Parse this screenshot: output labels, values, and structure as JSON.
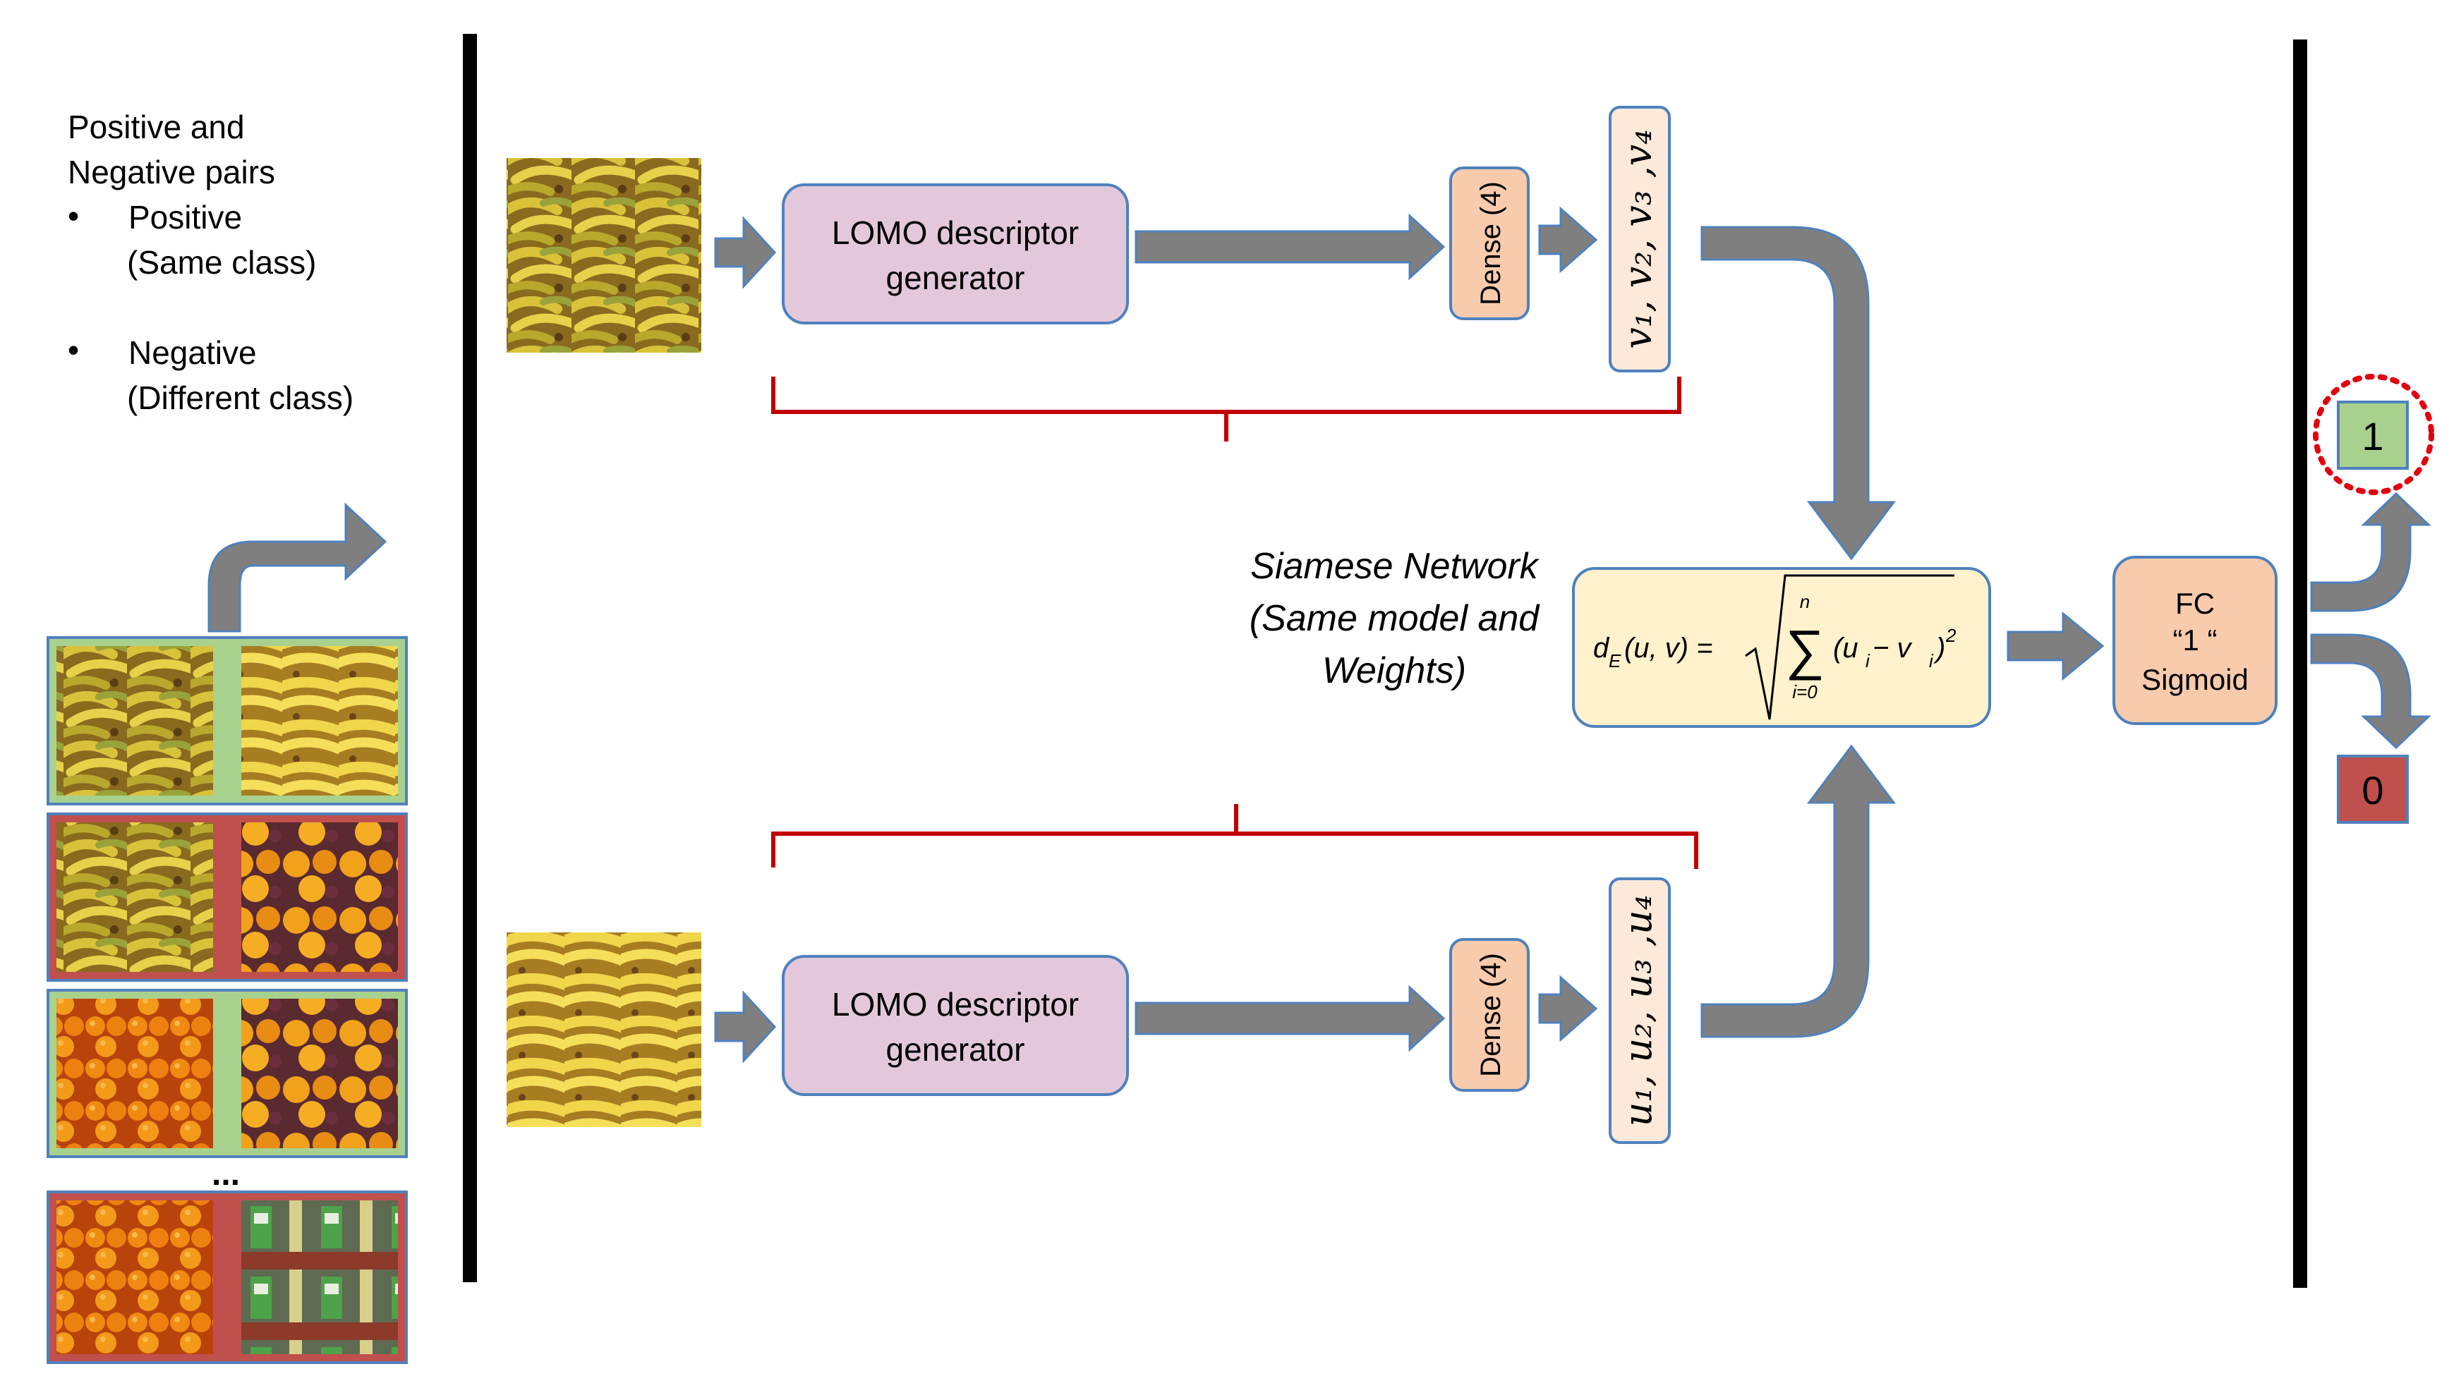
{
  "intro": {
    "title_line1": "Positive and",
    "title_line2": "Negative pairs",
    "bullet_char": "•",
    "positive_label": "Positive",
    "positive_sub": "(Same class)",
    "negative_label": "Negative",
    "negative_sub": "(Different class)"
  },
  "pairs": {
    "rows": [
      {
        "class": "positive",
        "left": "banana",
        "right": "banana"
      },
      {
        "class": "negative",
        "left": "banana",
        "right": "orange"
      },
      {
        "class": "positive",
        "left": "orange",
        "right": "orange"
      },
      {
        "class": "negative",
        "left": "orange",
        "right": "juice"
      }
    ],
    "ellipsis": "...",
    "positive_color": "#a9d18e",
    "negative_color": "#c0504d"
  },
  "branch_top": {
    "lomo_line1": "LOMO descriptor",
    "lomo_line2": "generator",
    "dense_label": "Dense (4)",
    "vector_label": "v₁, v₂, v₃ ,v₄"
  },
  "branch_bottom": {
    "lomo_line1": "LOMO descriptor",
    "lomo_line2": "generator",
    "dense_label": "Dense (4)",
    "vector_label": "u₁, u₂, u₃ ,u₄"
  },
  "siamese": {
    "line1": "Siamese Network",
    "line2": "(Same model and",
    "line3": "Weights)"
  },
  "distance": {
    "lhs": "d",
    "lhs_sub": "E",
    "lhs_args": "(u, v) =",
    "sum_symbol": "∑",
    "sum_top": "n",
    "sum_bottom": "i=0",
    "term": "(u",
    "term_sub1": "i",
    "term_mid": " − v",
    "term_sub2": "i",
    "term_end": ")",
    "exponent": "2"
  },
  "fc": {
    "line1": "FC",
    "line2": "“1 “",
    "line3": "Sigmoid"
  },
  "outputs": {
    "one": "1",
    "zero": "0"
  },
  "colors": {
    "lomo_fill": "#e3c8db",
    "dense_fill": "#f8cbad",
    "vector_fill": "#fde9d9",
    "distance_fill": "#fff2cc",
    "fc_fill": "#f8cbad",
    "box_stroke": "#4f81bd",
    "arrow_fill": "#7f7f7f",
    "brace": "#c00000",
    "one_fill": "#a9d18e",
    "zero_fill": "#c0504d"
  }
}
